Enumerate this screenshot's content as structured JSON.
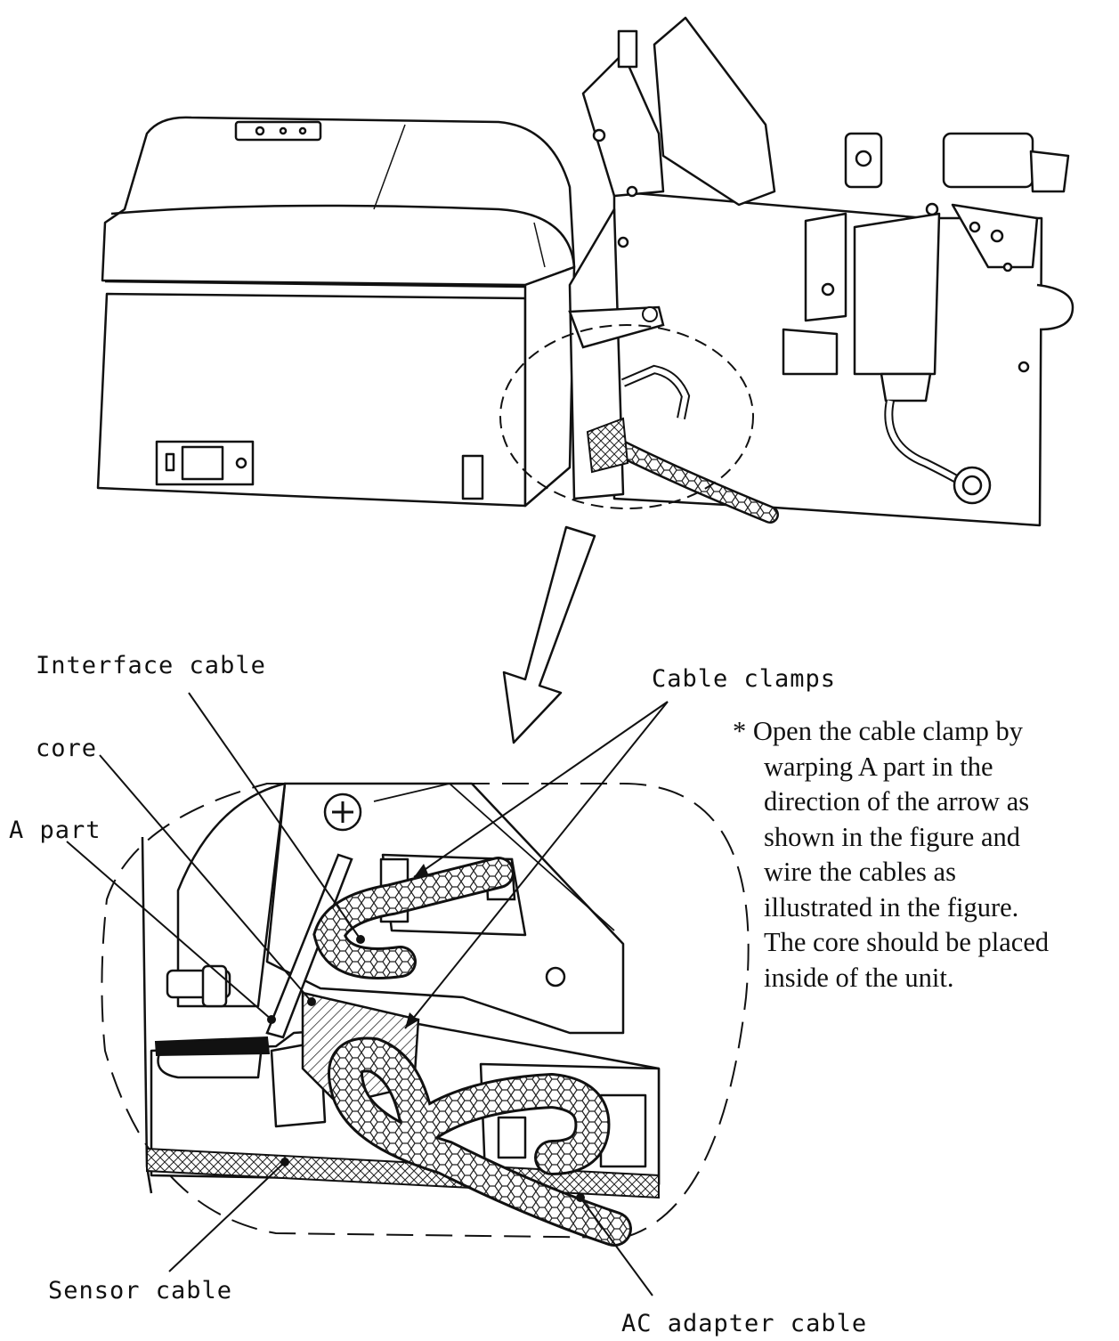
{
  "labels": {
    "interface_cable": "Interface cable",
    "cable_clamps": "Cable clamps",
    "core": "core",
    "a_part": "A part",
    "sensor_cable": "Sensor cable",
    "ac_adapter_cable": "AC adapter cable"
  },
  "note": {
    "lines": [
      "* Open the cable clamp by",
      "warping A part in the",
      "direction of the arrow as",
      "shown in the figure and",
      "wire the cables as",
      "illustrated in the figure.",
      "The core should be placed",
      "inside of the unit."
    ]
  },
  "colors": {
    "ink": "#111111",
    "paper": "#ffffff"
  }
}
